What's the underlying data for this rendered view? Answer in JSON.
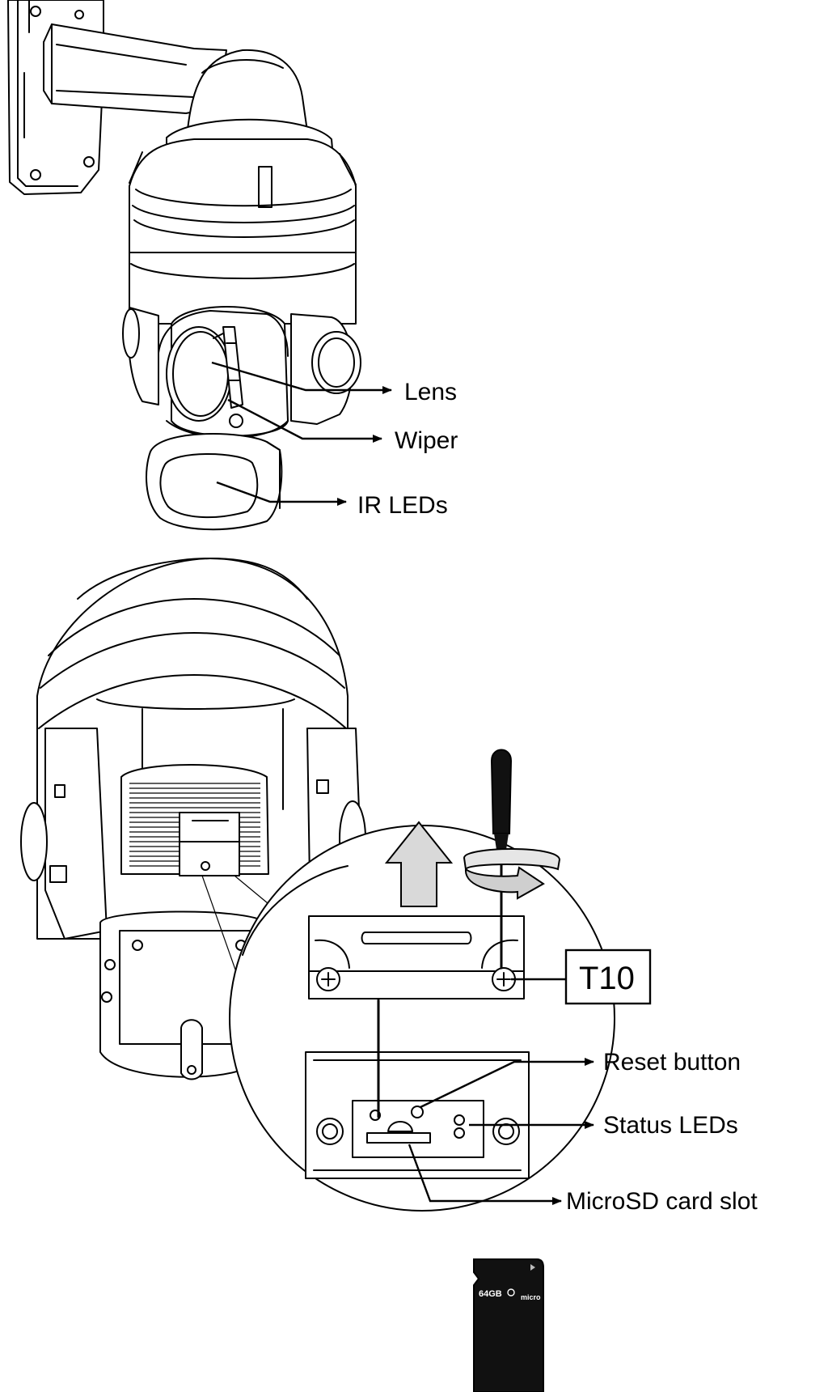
{
  "top_view": {
    "labels": {
      "lens": "Lens",
      "wiper": "Wiper",
      "ir_leds": "IR LEDs"
    }
  },
  "bottom_view": {
    "tool_label": "T10",
    "labels": {
      "reset_button": "Reset button",
      "status_leds": "Status LEDs",
      "microsd_slot": "MicroSD card slot"
    },
    "card": {
      "capacity": "64GB",
      "logo_text": "micro"
    }
  },
  "colors": {
    "line": "#000000",
    "arrow_fill": "#d9d9d9",
    "card_body": "#111111"
  }
}
